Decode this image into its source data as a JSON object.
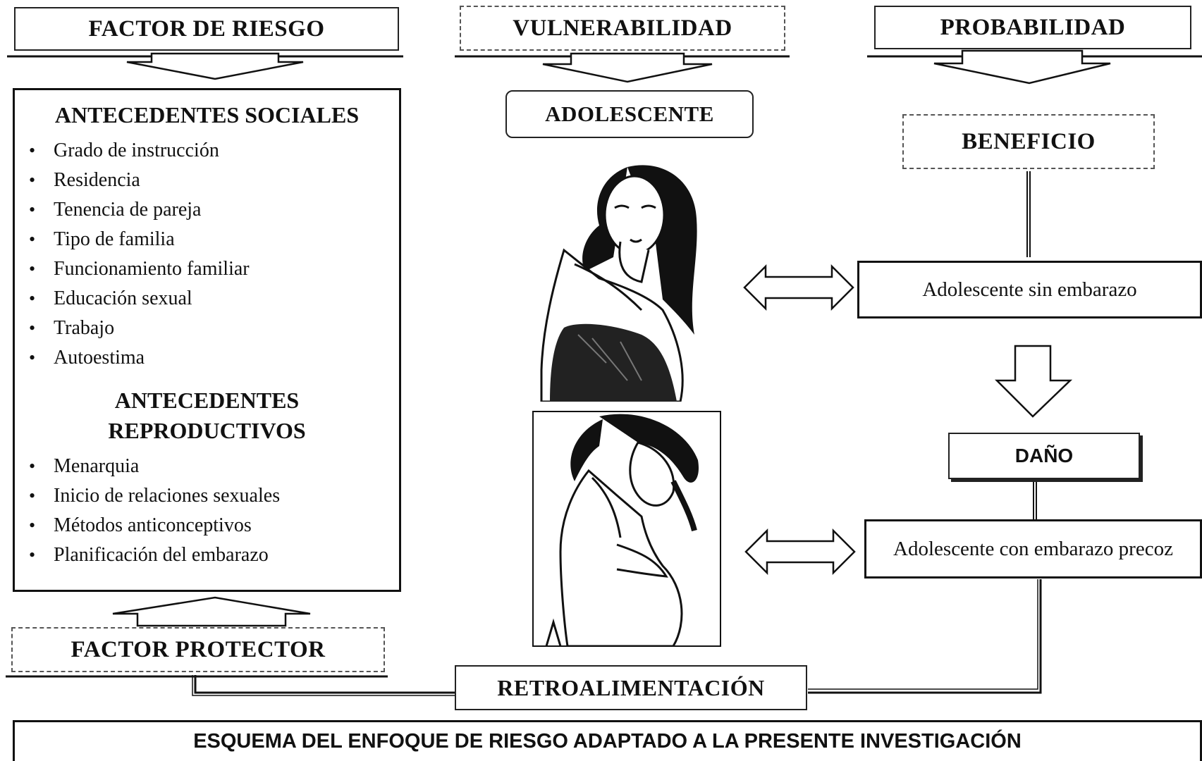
{
  "headers": {
    "risk_factor": "FACTOR DE RIESGO",
    "vulnerability": "VULNERABILIDAD",
    "probability": "PROBABILIDAD",
    "protective_factor": "FACTOR PROTECTOR",
    "feedback": "RETROALIMENTACIÓN"
  },
  "social": {
    "title": "ANTECEDENTES SOCIALES",
    "items": [
      "Grado de instrucción",
      "Residencia",
      "Tenencia de pareja",
      "Tipo de familia",
      "Funcionamiento familiar",
      "Educación sexual",
      "Trabajo",
      "Autoestima"
    ]
  },
  "reproductive": {
    "title_line1": "ANTECEDENTES",
    "title_line2": "REPRODUCTIVOS",
    "items": [
      "Menarquia",
      "Inicio de relaciones sexuales",
      "Métodos anticonceptivos",
      "Planificación del embarazo"
    ]
  },
  "vulnerable": {
    "label": "ADOLESCENTE"
  },
  "outcomes": {
    "benefit": "BENEFICIO",
    "no_pregnancy": "Adolescente sin embarazo",
    "harm": "DAÑO",
    "pregnancy": "Adolescente con embarazo precoz"
  },
  "footer": {
    "caption": "ESQUEMA DEL ENFOQUE DE RIESGO ADAPTADO A LA PRESENTE INVESTIGACIÓN"
  },
  "icons": {
    "teen_illustration": "adolescent-girl-illustration",
    "pregnant_illustration": "pregnant-adolescent-illustration",
    "arrow_down": "block-arrow-down-icon",
    "arrow_up": "block-arrow-up-icon",
    "double_arrow": "double-headed-arrow-icon"
  }
}
